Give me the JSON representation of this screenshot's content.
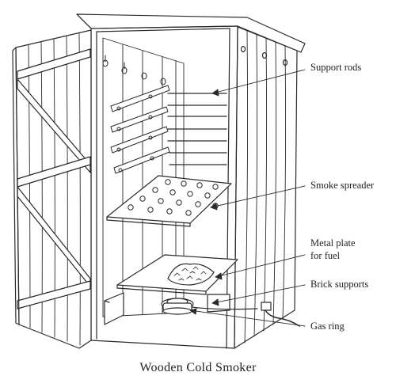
{
  "caption": "Wooden Cold Smoker",
  "labels": {
    "support_rods": "Support rods",
    "smoke_spreader": "Smoke spreader",
    "metal_plate_line1": "Metal plate",
    "metal_plate_line2": "for fuel",
    "brick_supports": "Brick supports",
    "gas_ring": "Gas ring"
  }
}
